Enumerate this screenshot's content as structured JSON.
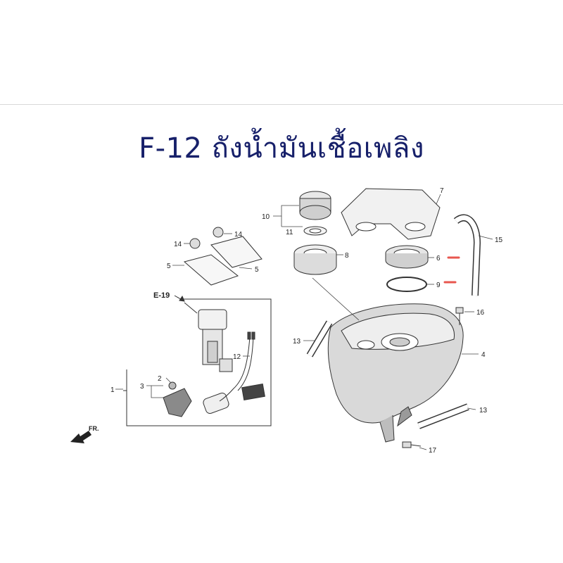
{
  "header": {
    "title": "F-12 ถังน้ำมันเชื้อเพลิง"
  },
  "diagram": {
    "reference_callout": "E-19",
    "front_label": "FR.",
    "highlight_color": "#e8574f",
    "line_color": "#333333",
    "callouts": [
      "1",
      "2",
      "3",
      "4",
      "5",
      "5",
      "6",
      "7",
      "8",
      "9",
      "10",
      "11",
      "12",
      "13",
      "13",
      "14",
      "14",
      "15",
      "16",
      "17"
    ]
  }
}
